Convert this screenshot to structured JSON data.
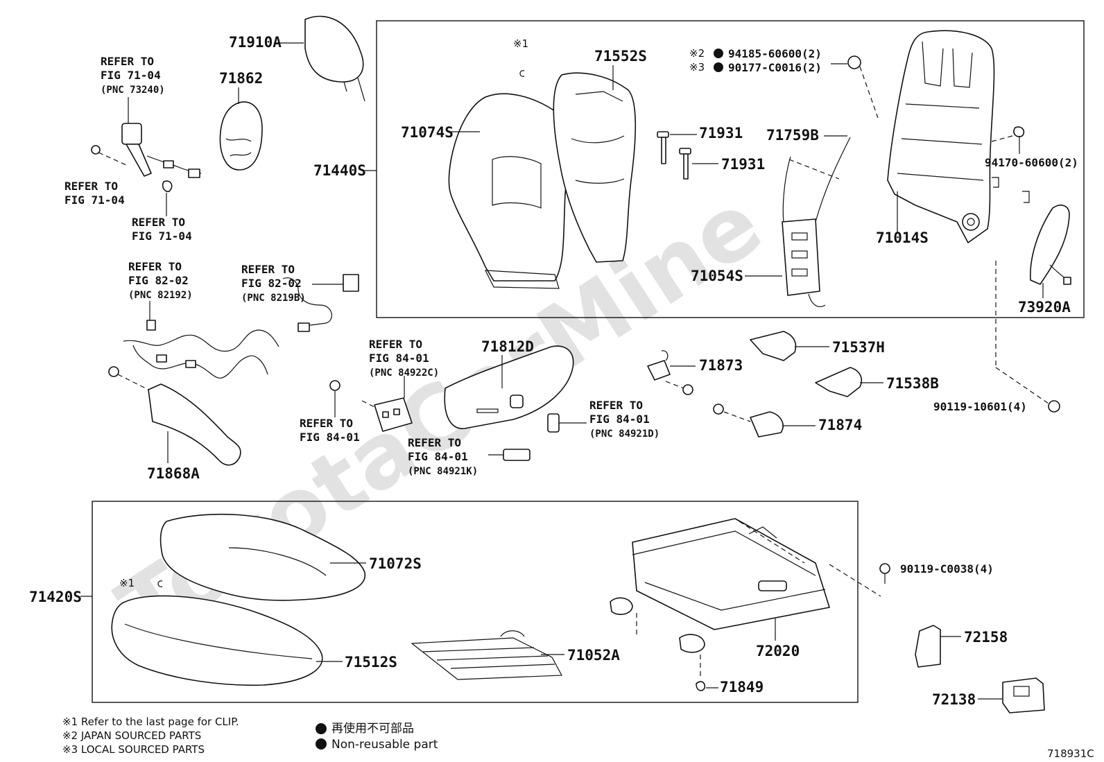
{
  "watermark": "ToyotaCarMine",
  "figure_code": "718931C",
  "parts": {
    "p71910A": "71910A",
    "p71862": "71862",
    "p71440S": "71440S",
    "p71074S": "71074S",
    "p71552S": "71552S",
    "p71931a": "71931",
    "p71931b": "71931",
    "p71759B": "71759B",
    "p71054S": "71054S",
    "p71014S": "71014S",
    "p73920A": "73920A",
    "p94170": "94170-60600(2)",
    "p94185": "94185-60600(2)",
    "p90177": "90177-C0016(2)",
    "p71812D": "71812D",
    "p71868A": "71868A",
    "p71873": "71873",
    "p71537H": "71537H",
    "p71538B": "71538B",
    "p71874": "71874",
    "p90119_10601": "90119-10601(4)",
    "p71420S": "71420S",
    "p71072S": "71072S",
    "p71512S": "71512S",
    "p71052A": "71052A",
    "p72020": "72020",
    "p90119_C0038": "90119-C0038(4)",
    "p71849": "71849",
    "p72158": "72158",
    "p72138": "72138"
  },
  "marks": {
    "m1": "※1",
    "m1b": "※1",
    "m2": "※2",
    "m3": "※3"
  },
  "refs": {
    "r1": {
      "a": "REFER TO",
      "b": "FIG 71-04",
      "c": "(PNC 73240)"
    },
    "r2": {
      "a": "REFER TO",
      "b": "FIG 71-04"
    },
    "r3": {
      "a": "REFER TO",
      "b": "FIG 71-04"
    },
    "r4": {
      "a": "REFER TO",
      "b": "FIG 82-02",
      "c": "(PNC 82192)"
    },
    "r5": {
      "a": "REFER TO",
      "b": "FIG 82-02",
      "c": "(PNC 8219B)"
    },
    "r6": {
      "a": "REFER TO",
      "b": "FIG 84-01",
      "c": "(PNC 84922C)"
    },
    "r7": {
      "a": "REFER TO",
      "b": "FIG 84-01"
    },
    "r8": {
      "a": "REFER TO",
      "b": "FIG 84-01",
      "c": "(PNC 84921D)"
    },
    "r9": {
      "a": "REFER TO",
      "b": "FIG 84-01",
      "c": "(PNC 84921K)"
    }
  },
  "notes": {
    "n1": "※1 Refer to the last page for CLIP.",
    "n2": "※2 JAPAN SOURCED PARTS",
    "n3": "※3 LOCAL SOURCED PARTS",
    "legend_jp": "再使用不可部品",
    "legend_en": "Non-reusable part"
  }
}
